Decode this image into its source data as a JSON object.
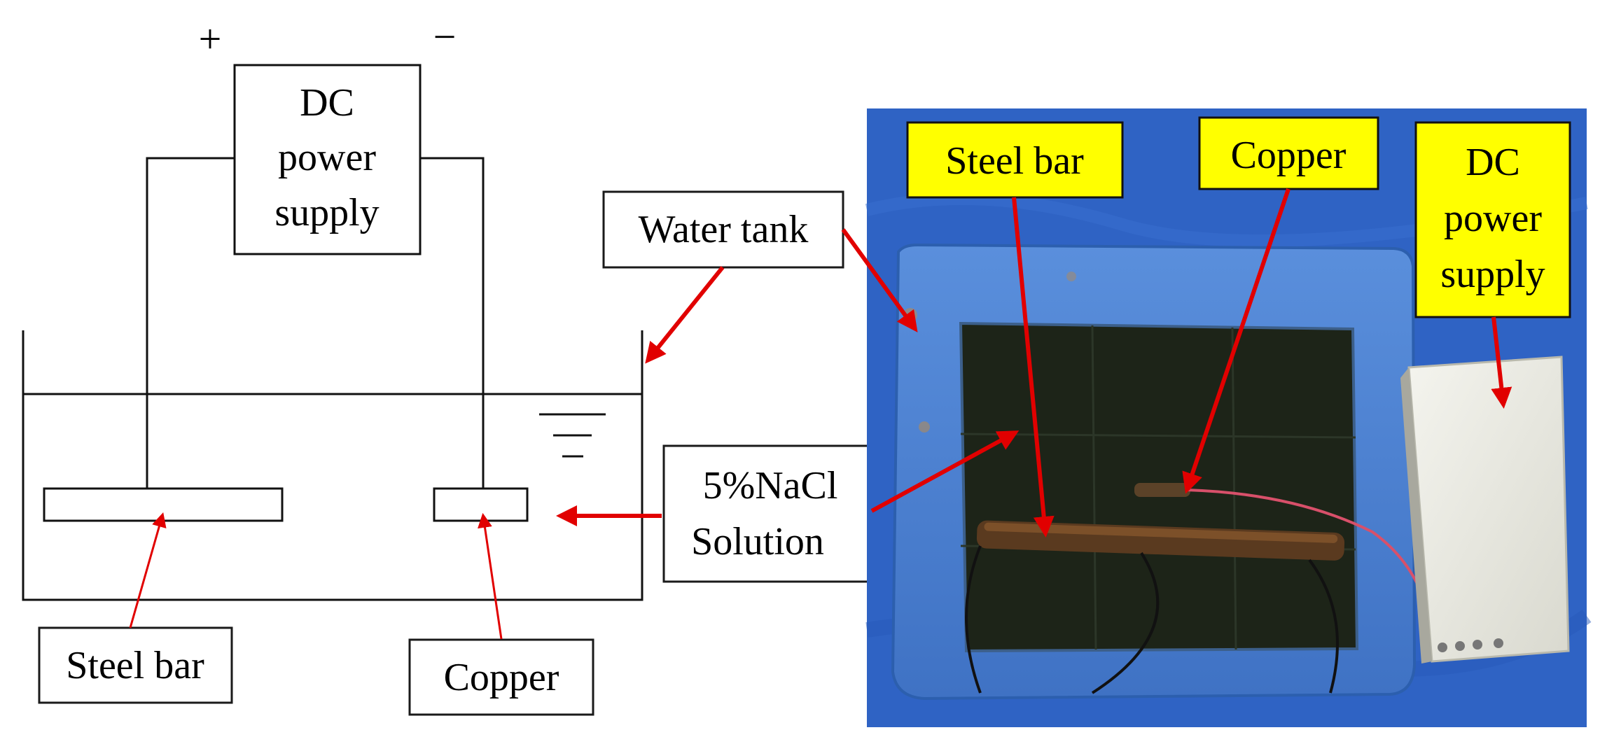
{
  "schematic": {
    "polarity": {
      "positive": "+",
      "negative": "−"
    },
    "power_supply_lines": [
      "DC",
      "power",
      "supply"
    ],
    "labels": {
      "water_tank": "Water tank",
      "solution_line1": "5%NaCl",
      "solution_line2": "Solution",
      "steel_bar": "Steel bar",
      "copper": "Copper"
    }
  },
  "photo": {
    "labels": {
      "steel_bar": "Steel bar",
      "copper": "Copper",
      "power_supply_lines": [
        "DC",
        "power",
        "supply"
      ]
    }
  },
  "colors": {
    "arrow": "#e10000",
    "callout_fill": "#ffff00",
    "photo_background": "#2f63c4",
    "tank_plastic": "#4f86d6",
    "solution": "#1d2418"
  }
}
